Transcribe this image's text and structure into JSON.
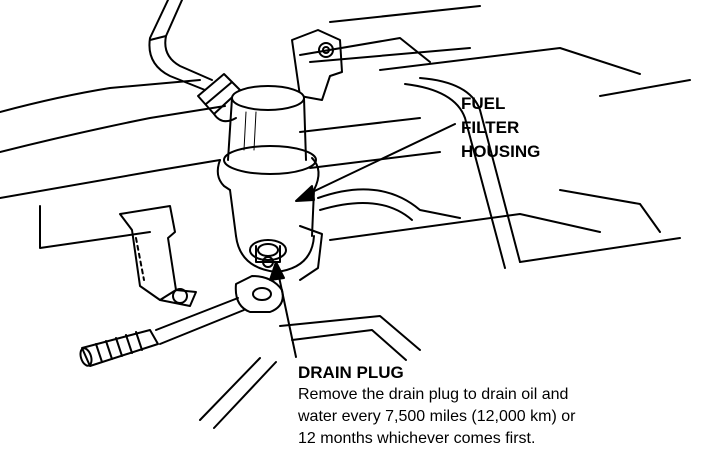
{
  "labels": {
    "fuel_filter_housing": [
      "FUEL",
      "FILTER",
      "HOUSING"
    ],
    "drain_plug": {
      "title": "DRAIN PLUG",
      "description": [
        "Remove the drain plug to drain oil and",
        "water every 7,500 miles (12,000 km) or",
        "12 months whichever comes first."
      ]
    }
  },
  "colors": {
    "line": "#000000",
    "background": "#ffffff"
  }
}
